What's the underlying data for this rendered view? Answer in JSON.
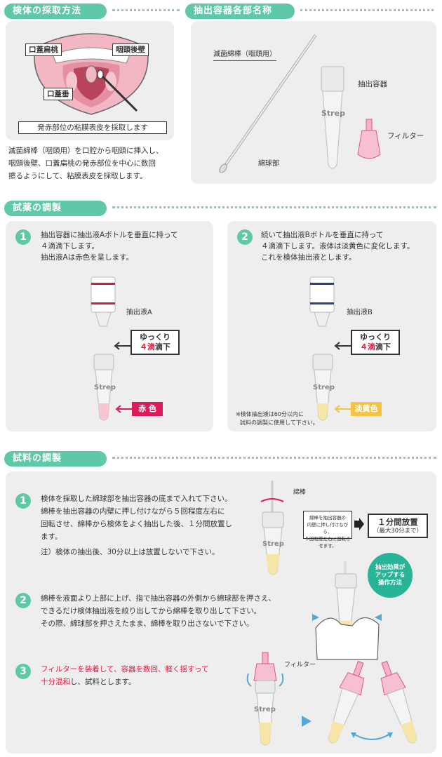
{
  "section1": {
    "title": "検体の採取方法",
    "labels": {
      "uvula_tonsil": "口蓋扁桃",
      "pharynx_wall": "咽頭後壁",
      "uvula": "口蓋垂"
    },
    "caption": "発赤部位の粘膜表皮を採取します",
    "desc": [
      "滅菌綿棒（咽頭用）を口腔から咽頭に挿入し、",
      "咽頭後壁、口蓋扁桃の発赤部位を中心に数回",
      "擦るようにして、粘膜表皮を採取します。"
    ]
  },
  "section2": {
    "title": "抽出容器各部名称",
    "swab": "滅菌綿棒（咽頭用）",
    "container": "抽出容器",
    "filter": "フィルター",
    "tip": "綿球部",
    "tube_text": "Strep"
  },
  "section3": {
    "title": "試薬の調製",
    "step1": {
      "num": "1",
      "lines": [
        "抽出容器に抽出液Aボトルを垂直に持って",
        "４滴滴下します。",
        "抽出液Aは赤色を呈します。"
      ],
      "bottle": "抽出液A",
      "slow": "ゆっくり",
      "drops_num": "４滴",
      "drops_suffix": "滴下",
      "color": "赤 色"
    },
    "step2": {
      "num": "2",
      "lines": [
        "続いて抽出液Bボトルを垂直に持って",
        "４滴滴下します。液体は淡黄色に変化します。",
        "これを検体抽出液とします。"
      ],
      "bottle": "抽出液B",
      "slow": "ゆっくり",
      "drops_num": "４滴",
      "drops_suffix": "滴下",
      "color": "淡黄色",
      "note": [
        "※検体抽出液は60分以内に",
        "試料の調製に使用して下さい。"
      ]
    }
  },
  "section4": {
    "title": "試料の調製",
    "step1": {
      "num": "1",
      "lines": [
        "検体を採取した綿球部を抽出容器の底まで入れて下さい。",
        "綿棒を抽出容器の内壁に押し付けながら５回程度左右に",
        "回転させ、綿棒から検体をよく抽出した後、１分間放置し",
        "ます。"
      ],
      "note": "注）検体の抽出後、30分以上は放置しないで下さい。",
      "swab_label": "綿棒",
      "small_box": [
        "綿棒を抽出容器の",
        "内壁に押し付けながら、",
        "５回程度左右に回転させます。"
      ],
      "wait": "１分間放置",
      "wait_sub": "（最大30分まで）"
    },
    "badge": [
      "抽出効果が",
      "アップする",
      "操作方法"
    ],
    "step2": {
      "num": "2",
      "lines": [
        "綿棒を液面より上部に上げ、指で抽出容器の外側から綿球部を押さえ、",
        "できるだけ検体抽出液を絞り出してから綿棒を取り出して下さい。",
        "その際、綿球部を押さえたまま、綿棒を取り出さないで下さい。"
      ]
    },
    "step3": {
      "num": "3",
      "line1": "フィルターを装着して、容器を数回、軽く揺すって",
      "line2_red": "十分混和",
      "line2_rest": "し、試料とします。",
      "filter_label": "フィルター"
    }
  },
  "colors": {
    "accent": "#5fc8a8",
    "red_tag": "#e0195a",
    "yellow_tag": "#f5c242",
    "panel": "#eeeeee"
  }
}
